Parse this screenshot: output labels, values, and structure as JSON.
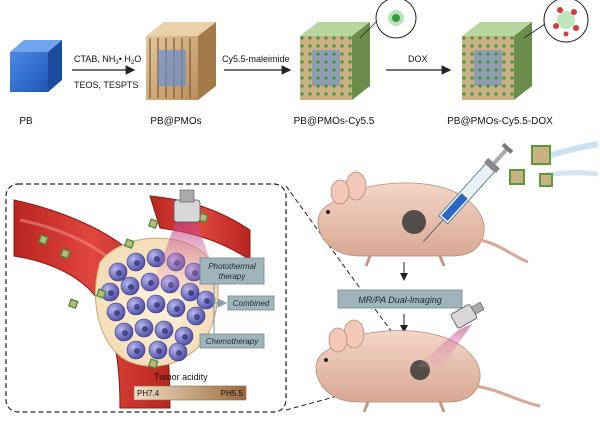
{
  "synthesis": {
    "pb_label": "PB",
    "pbpmos_label": "PB@PMOs",
    "cy55_label": "PB@PMOs-Cy5.5",
    "dox_product_label": "PB@PMOs-Cy5.5-DOX",
    "step1_top": "CTAB, NH",
    "step1_top_sub1": "3",
    "step1_top_mid": "• H",
    "step1_top_sub2": "2",
    "step1_top_end": "O",
    "step1_bottom": "TEOS, TESPTS",
    "step2_label": "Cy5.5-maleimide",
    "step3_label": "DOX"
  },
  "therapy": {
    "photothermal_line1": "Photothermal",
    "photothermal_line2": "therapy",
    "combined": "Combined",
    "chemotherapy": "Chemotherapy",
    "tumor_acidity": "Tumor acidity",
    "ph_low": "PH7.4",
    "ph_high": "PH5.5"
  },
  "imaging": {
    "dual_imaging": "MR/PA Dual-Imaging"
  },
  "colors": {
    "pb_cube": "#2f6fd0",
    "shell": "#c8a878",
    "green_particle": "#3a9a3a",
    "vessel": "#c8302a",
    "cell": "#5a5ab4",
    "box_fill": "#9fb5bb",
    "laser": "#c04080"
  }
}
